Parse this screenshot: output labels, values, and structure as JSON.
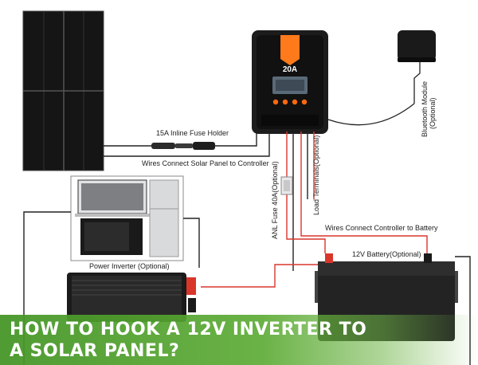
{
  "labels": {
    "inline_fuse": "15A Inline Fuse Holder",
    "wires_panel_controller": "Wires Connect Solar Panel to Controller",
    "controller_rating": "20A",
    "bluetooth_module": "Bluetooth Module\n(Optional)",
    "anl_fuse": "ANL Fuse 40A(Optional)",
    "load_terminals": "Load Terminals(Optional)",
    "wires_controller_battery": "Wires Connect Controller to Battery",
    "battery": "12V Battery(Optional)",
    "power_inverter": "Power Inverter (Optional)"
  },
  "banner": {
    "line1": "HOW TO HOOK A 12V INVERTER TO",
    "line2": "A SOLAR PANEL?"
  },
  "colors": {
    "panel": "#151515",
    "wire_black": "#222222",
    "wire_red": "#d9362b",
    "controller_accent": "#ff7a1a",
    "banner_green": "#4f9a2e"
  },
  "icons": {
    "controller_brand": "flame-logo-icon",
    "appliances": "laptop-fridge-tv-microwave-icon"
  }
}
